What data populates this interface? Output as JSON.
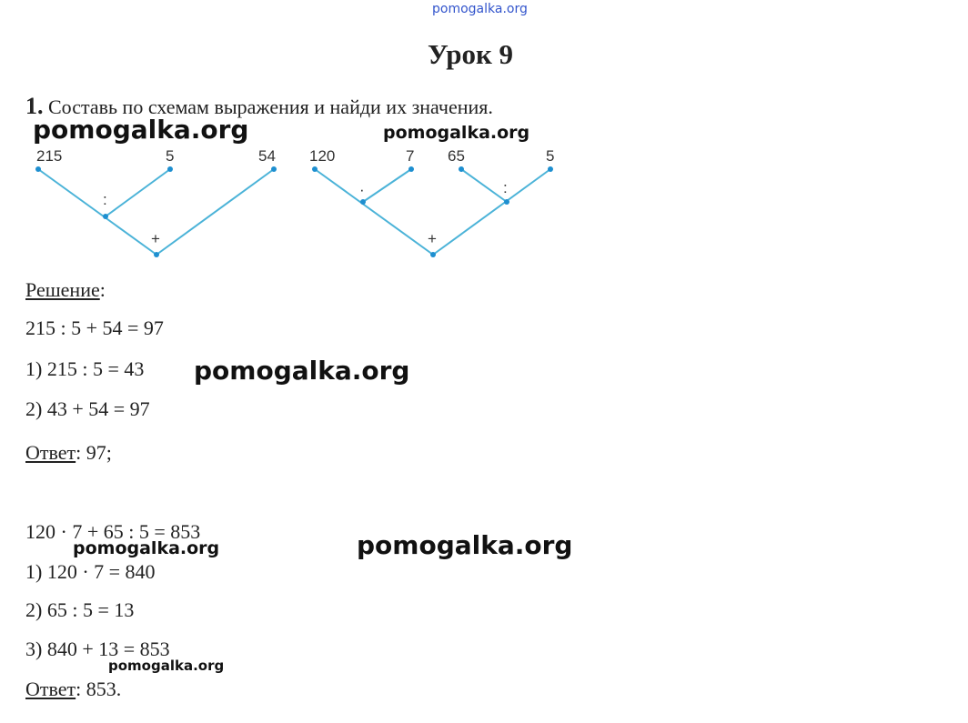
{
  "watermarks": [
    "pomogalka.org",
    "pomogalka.org",
    "pomogalka.org",
    "pomogalka.org",
    "pomogalka.org",
    "pomogalka.org",
    "pomogalka.org"
  ],
  "title": "Урок 9",
  "task": {
    "number": "1.",
    "text": "Составь по схемам выражения и найди их значения."
  },
  "diagram1": {
    "leaves": [
      "215",
      "5",
      "54"
    ],
    "ops": [
      ":",
      "+"
    ]
  },
  "diagram2": {
    "leaves": [
      "120",
      "7",
      "65",
      "5"
    ],
    "ops": [
      "·",
      ":",
      "+"
    ]
  },
  "solution_label": "Решение",
  "part1": {
    "expr": "215 : 5 + 54 = 97",
    "steps": [
      "1) 215 : 5 = 43",
      "2) 43 + 54 = 97"
    ],
    "answer_label": "Ответ",
    "answer": ": 97;"
  },
  "part2": {
    "expr": "120 · 7 + 65 : 5 = 853",
    "steps": [
      "1) 120 · 7 = 840",
      "2) 65 : 5 = 13",
      "3) 840 + 13 = 853"
    ],
    "answer_label": "Ответ",
    "answer": ": 853."
  },
  "colors": {
    "line": "#4bb3d8",
    "node": "#1e8fd0",
    "watermark_top": "#3355cc"
  }
}
